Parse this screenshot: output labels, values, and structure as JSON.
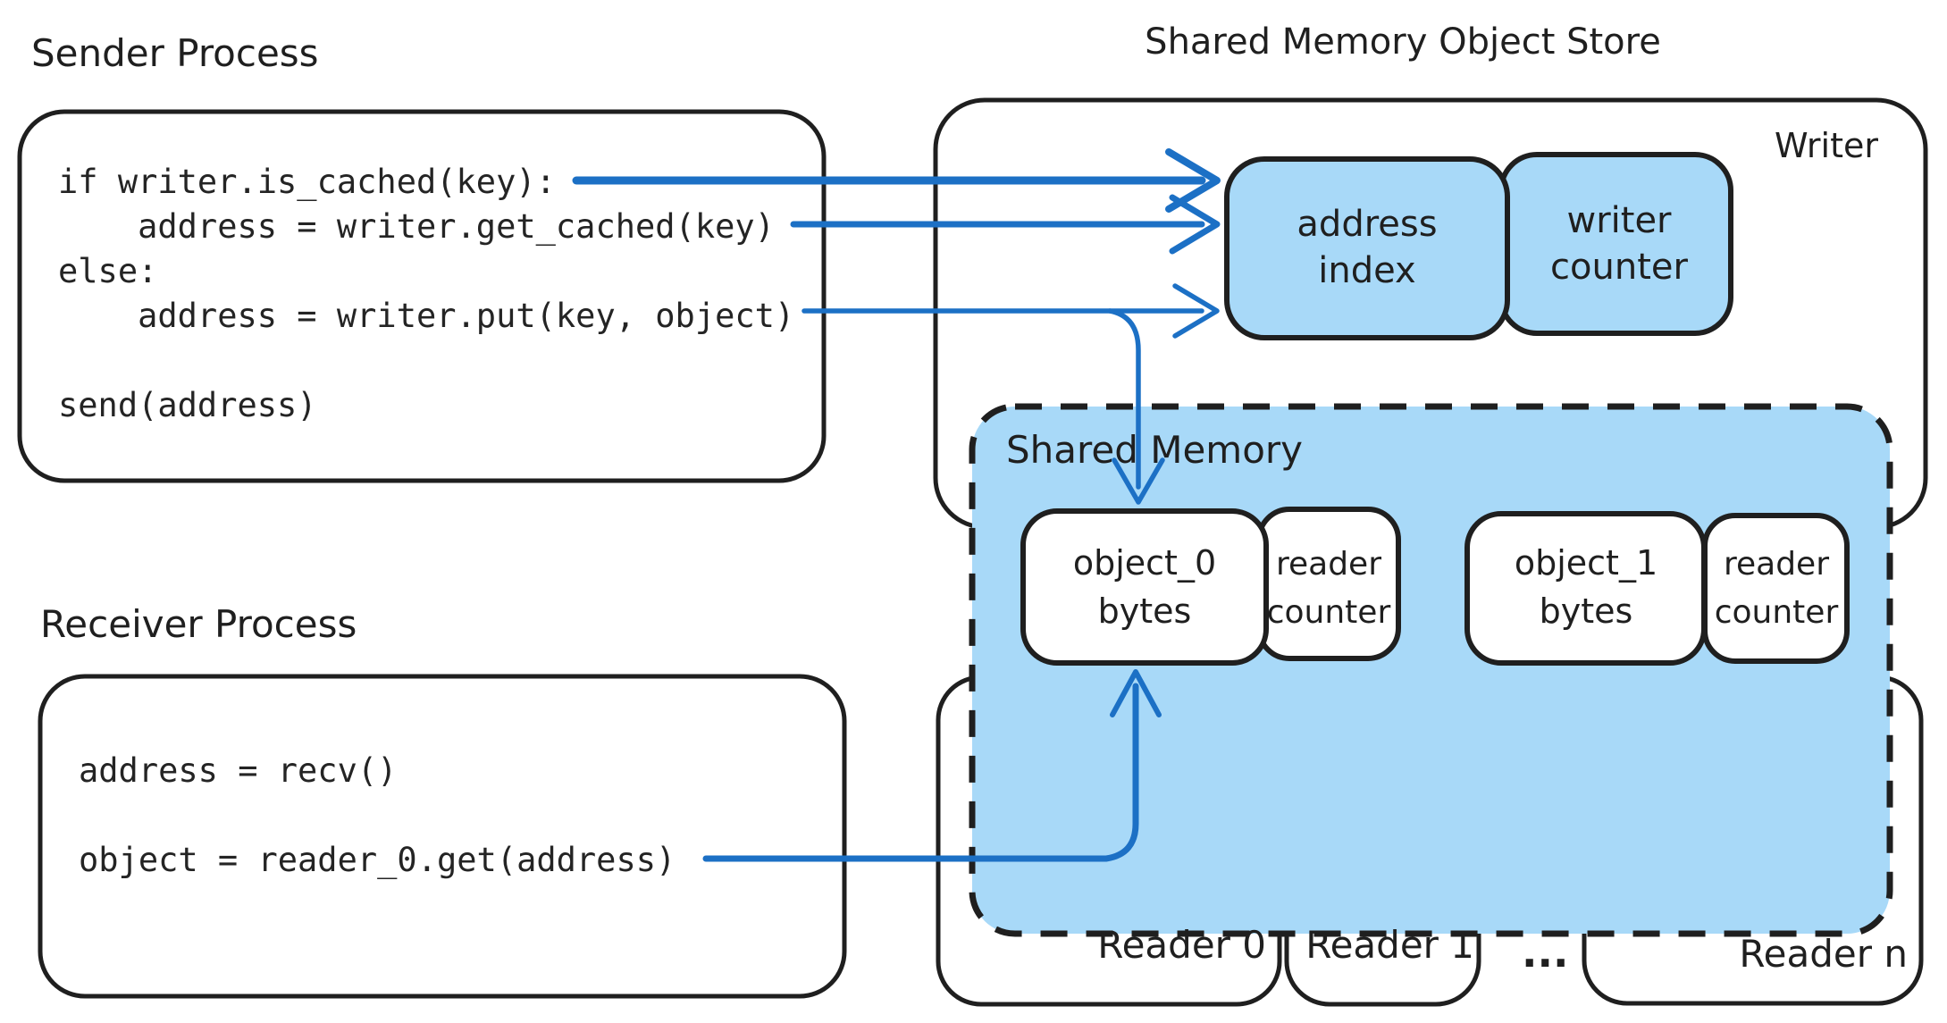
{
  "diagram": {
    "sender": {
      "title": "Sender Process",
      "code": [
        "if writer.is_cached(key):",
        "    address = writer.get_cached(key)",
        "else:",
        "    address = writer.put(key, object)",
        "send(address)"
      ]
    },
    "receiver": {
      "title": "Receiver Process",
      "code": [
        "address = recv()",
        "object = reader_0.get(address)"
      ]
    },
    "store": {
      "title": "Shared Memory Object Store",
      "writer_label": "Writer",
      "address_index": {
        "line1": "address",
        "line2": "index"
      },
      "writer_counter": {
        "line1": "writer",
        "line2": "counter"
      },
      "shared_memory": {
        "label": "Shared Memory",
        "object_0": {
          "line1": "object_0",
          "line2": "bytes"
        },
        "reader_counter_0": {
          "line1": "reader",
          "line2": "counter"
        },
        "object_1": {
          "line1": "object_1",
          "line2": "bytes"
        },
        "reader_counter_1": {
          "line1": "reader",
          "line2": "counter"
        }
      },
      "readers": {
        "reader_0": "Reader 0",
        "reader_1": "Reader 1",
        "ellipsis": "...",
        "reader_n": "Reader n"
      }
    },
    "colors": {
      "fill_blue": "#a8d9f8",
      "arrow_blue": "#1c70c5",
      "stroke": "#1f1f1f",
      "code_text": "#242424",
      "background": "#ffffff"
    }
  }
}
